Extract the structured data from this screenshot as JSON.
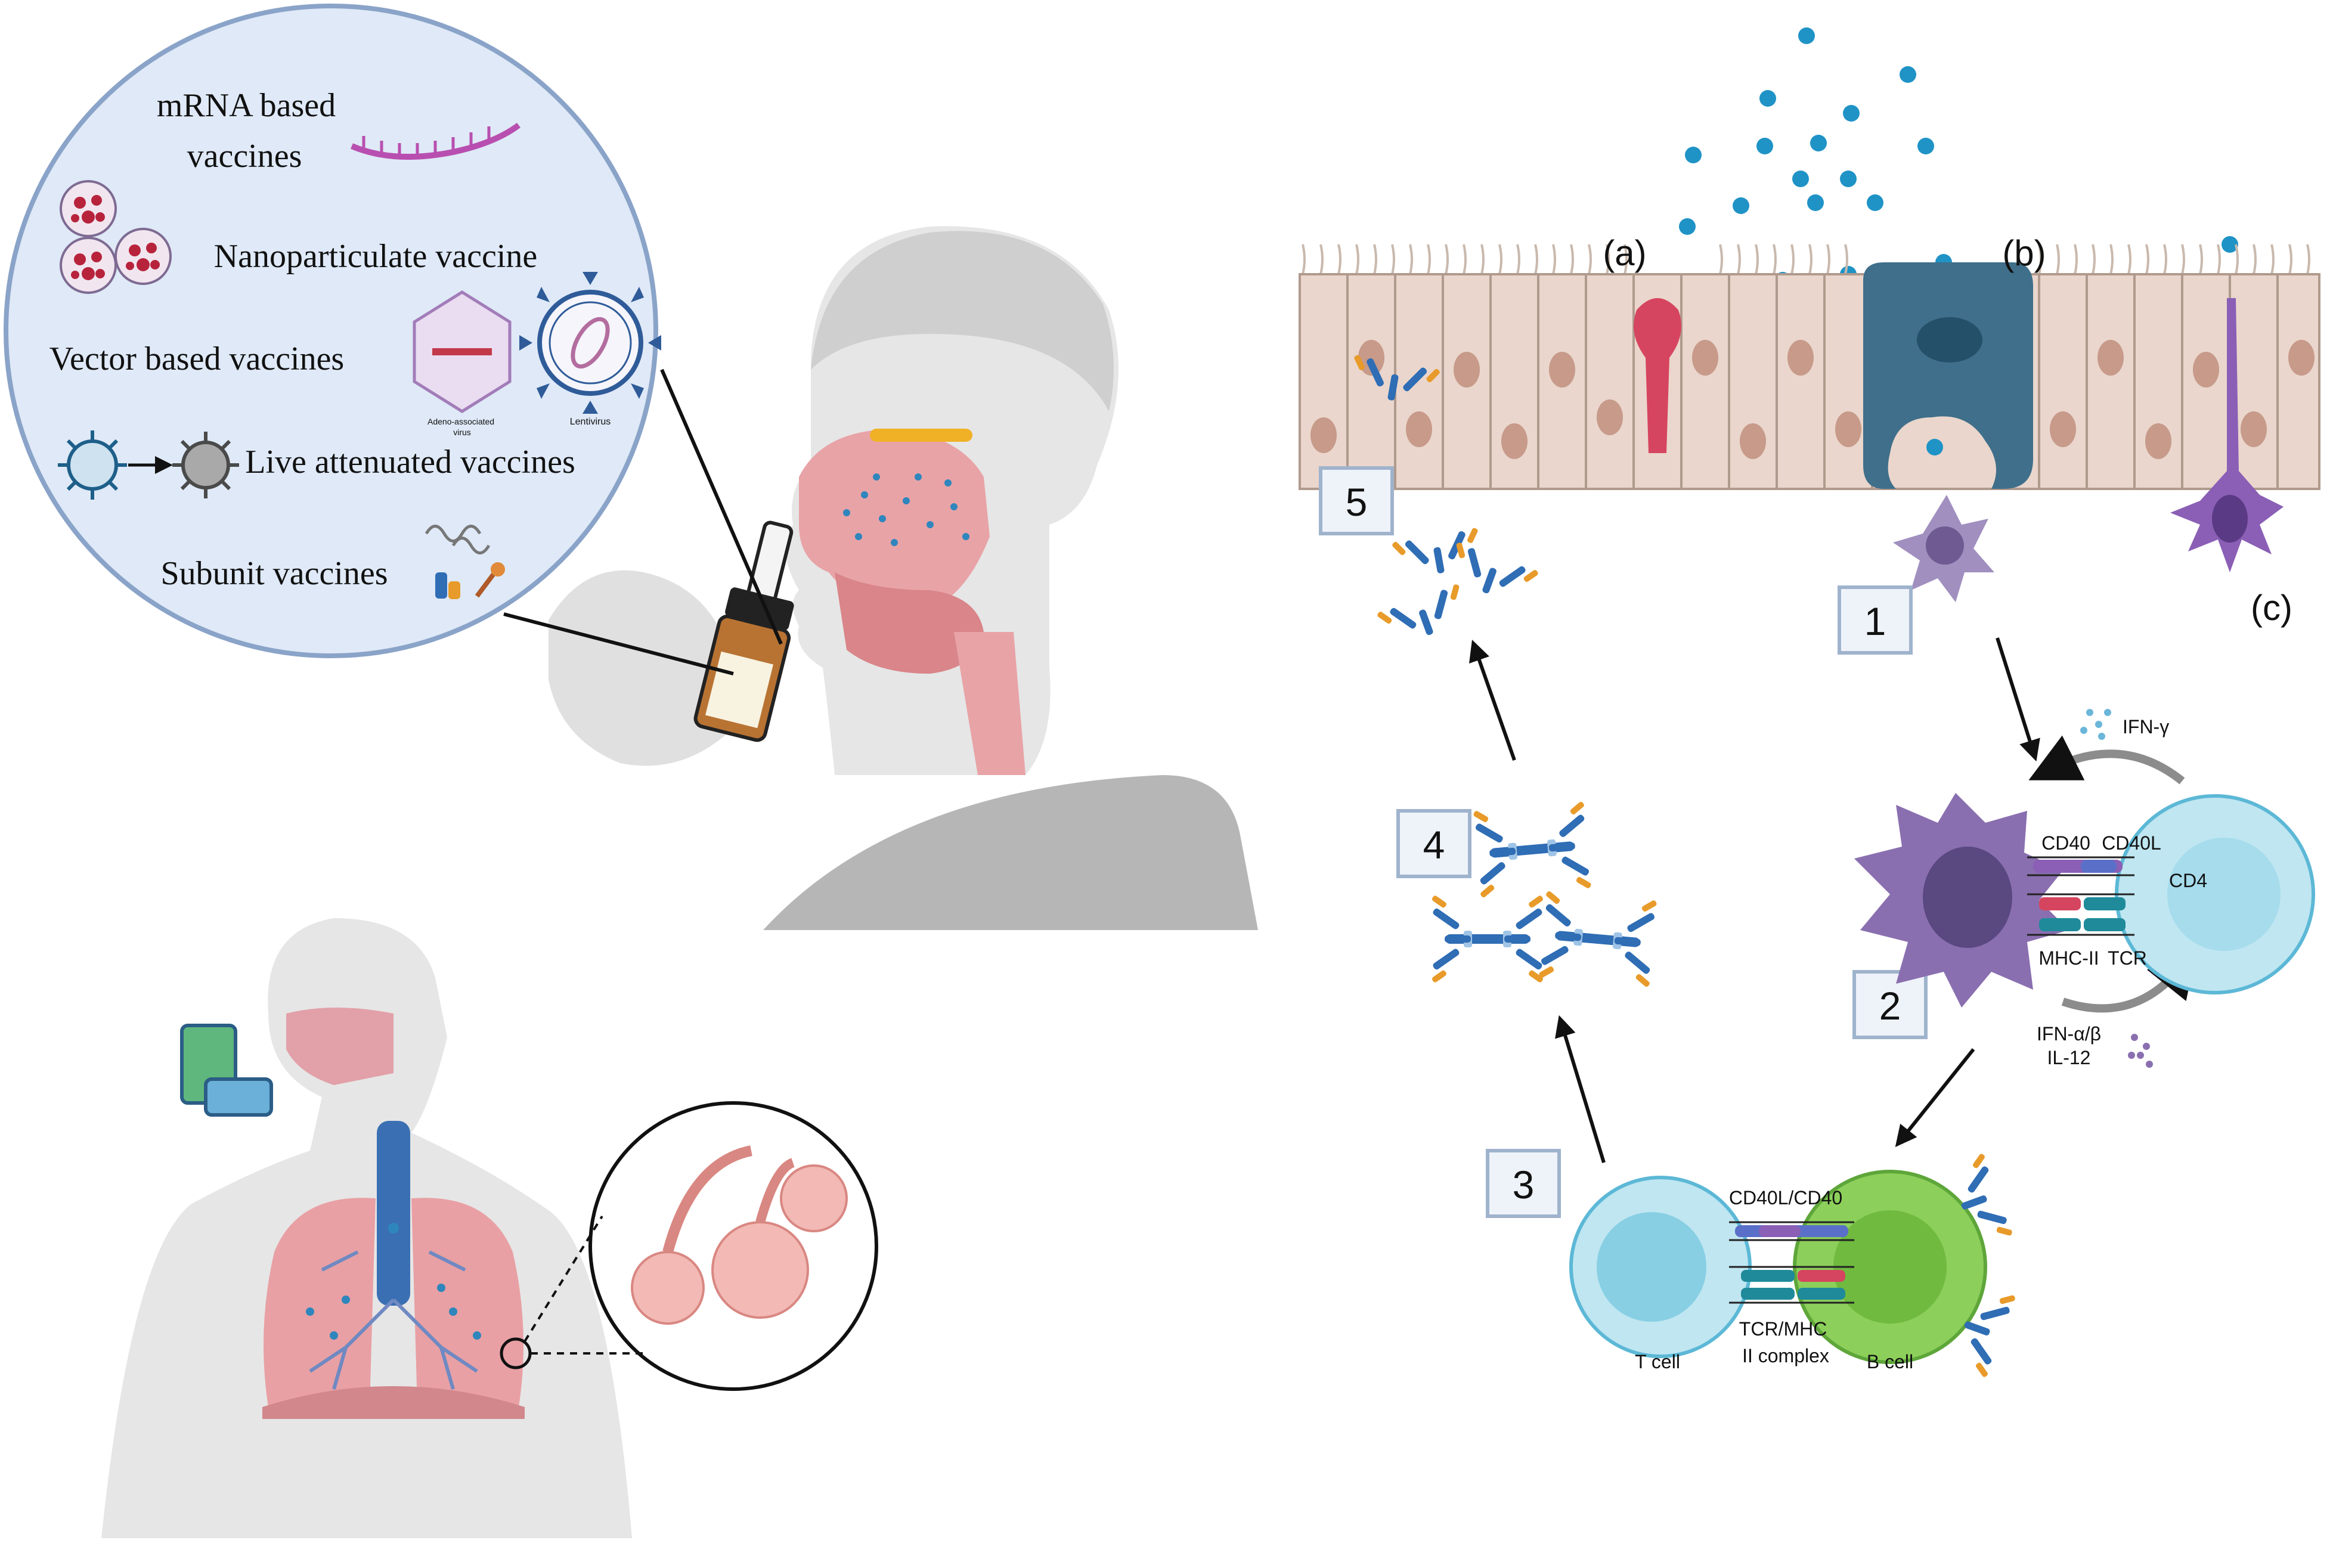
{
  "vaccine_types": {
    "mrna": "mRNA based\nvaccines",
    "nanoparticulate": "Nanoparticulate vaccine",
    "vector": "Vector based vaccines",
    "adeno_label": "Adeno-associated\nvirus",
    "lentivirus_label": "Lentivirus",
    "live_attenuated": "Live attenuated vaccines",
    "subunit": "Subunit vaccines"
  },
  "epithelium": {
    "label_a": "(a)",
    "label_b": "(b)",
    "label_c": "(c)"
  },
  "steps": [
    "1",
    "2",
    "3",
    "4",
    "5"
  ],
  "immune": {
    "ifn_gamma": "IFN-γ",
    "cd40": "CD40",
    "cd40l": "CD40L",
    "cd4": "CD4",
    "mhc2": "MHC-II",
    "tcr": "TCR",
    "ifn_ab": "IFN-α/β",
    "il12": "IL-12",
    "cd40l_cd40": "CD40L/CD40",
    "tcr_mhc": "TCR/MHC\nII complex",
    "t_cell": "T cell",
    "b_cell": "B cell"
  },
  "colors": {
    "magnifier_fill": "#dfe9f7",
    "magnifier_stroke": "#8aa3c8",
    "virus_dot": "#1f93c6",
    "epithelial_cell": "#ead6cc",
    "goblet_cell": "#d6455f",
    "m_cell": "#3f6f8a",
    "dendritic_cell": "#8a6fb0",
    "t_cell": "#8fd3e6",
    "b_cell": "#8ccf5a",
    "antibody_blue": "#2f6db5",
    "antibody_orange": "#e89b2a",
    "lung_tissue": "#e8a0a4",
    "body_gray": "#e6e6e6"
  }
}
